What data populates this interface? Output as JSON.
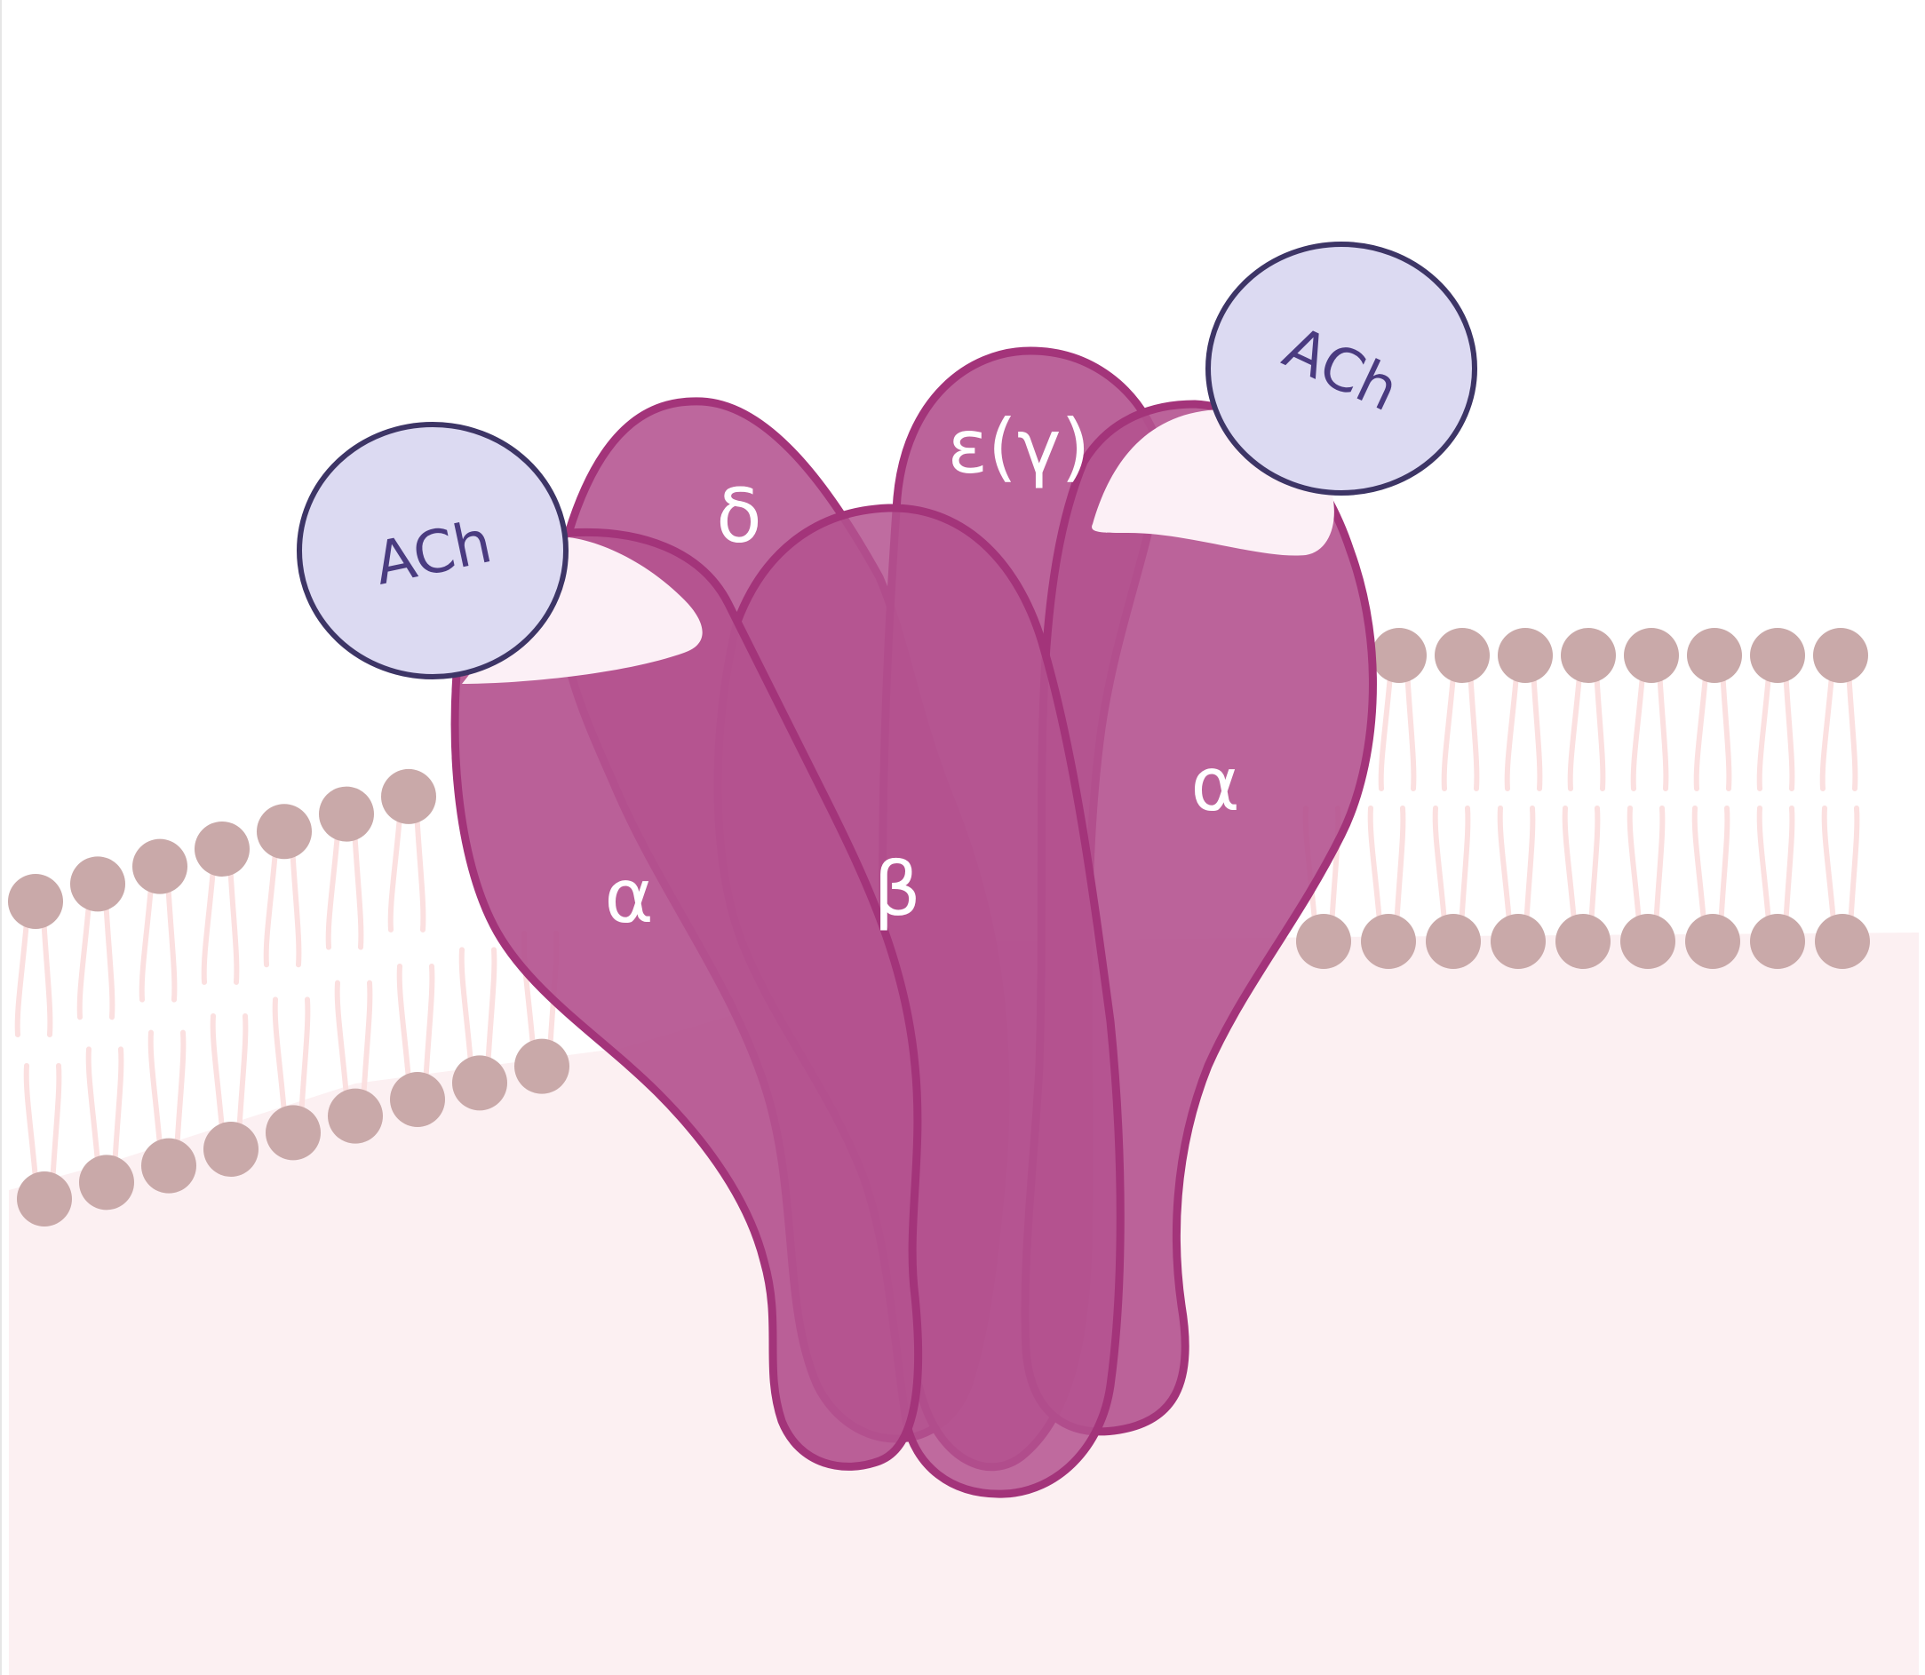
{
  "labels": {
    "alpha_left": "α",
    "alpha_right": "α",
    "beta": "β",
    "delta": "δ",
    "epsilon_gamma": "ε(γ)",
    "ach_left": "ACh",
    "ach_right": "ACh"
  },
  "colors": {
    "background": "#ffffff",
    "cytoplasm": "#fcf0f2",
    "lipid_head": "#c9a9a9",
    "lipid_tail": "#fbe0e0",
    "subunit_fill": "#b4528f",
    "subunit_stroke": "#a3347a",
    "binding_site": "#fcf0f6",
    "ach_fill": "#dcdaf2",
    "ach_stroke": "#3d3566",
    "ach_text": "#4a3b80",
    "subunit_text": "#ffffff"
  }
}
